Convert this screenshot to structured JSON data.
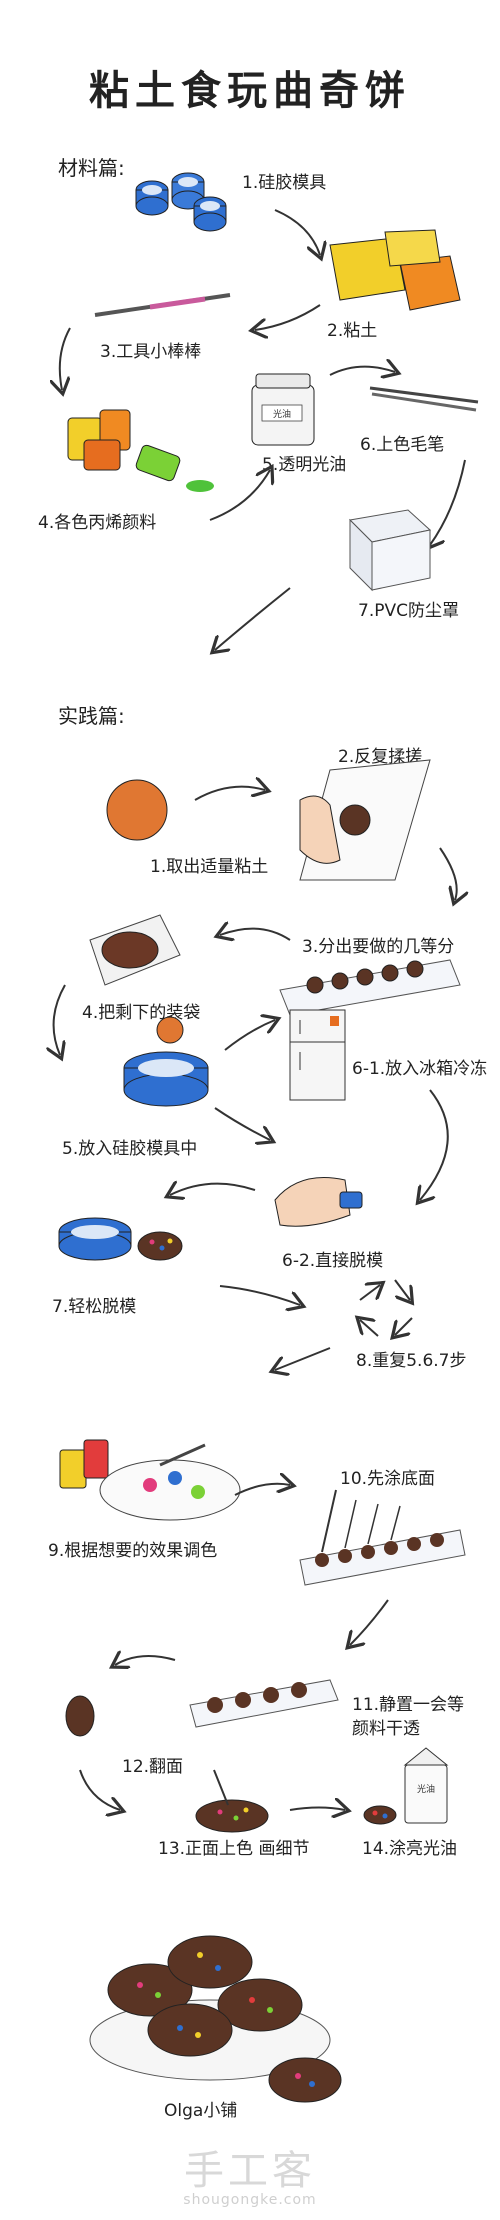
{
  "title": "粘土食玩曲奇饼",
  "sections": {
    "materials": "材料篇:",
    "practice": "实践篇:"
  },
  "materials": [
    "1.硅胶模具",
    "2.粘土",
    "3.工具小棒棒",
    "4.各色丙烯颜料",
    "5.透明光油",
    "6.上色毛笔",
    "7.PVC防尘罩"
  ],
  "steps": [
    "1.取出适量粘土",
    "2.反复揉搓",
    "3.分出要做的几等分",
    "4.把剩下的装袋",
    "5.放入硅胶模具中",
    "6-1.放入冰箱冷冻",
    "6-2.直接脱模",
    "7.轻松脱模",
    "8.重复5.6.7步",
    "9.根据想要的效果调色",
    "10.先涂底面",
    "11.静置一会等",
    "颜料干透",
    "12.翻面",
    "13.正面上色 画细节",
    "14.涂亮光油"
  ],
  "icon_text": {
    "varnish_label": "光油",
    "milk_label": "光油"
  },
  "signature": "Olga小铺",
  "watermark": {
    "logo": "手工客",
    "url": "shougongke.com"
  },
  "colors": {
    "mold_blue": "#2f6fd0",
    "clay_yellow": "#f2cf2a",
    "clay_orange": "#f08a22",
    "cookie_brown": "#5a3424",
    "sprinkle_pink": "#e23c7c"
  }
}
